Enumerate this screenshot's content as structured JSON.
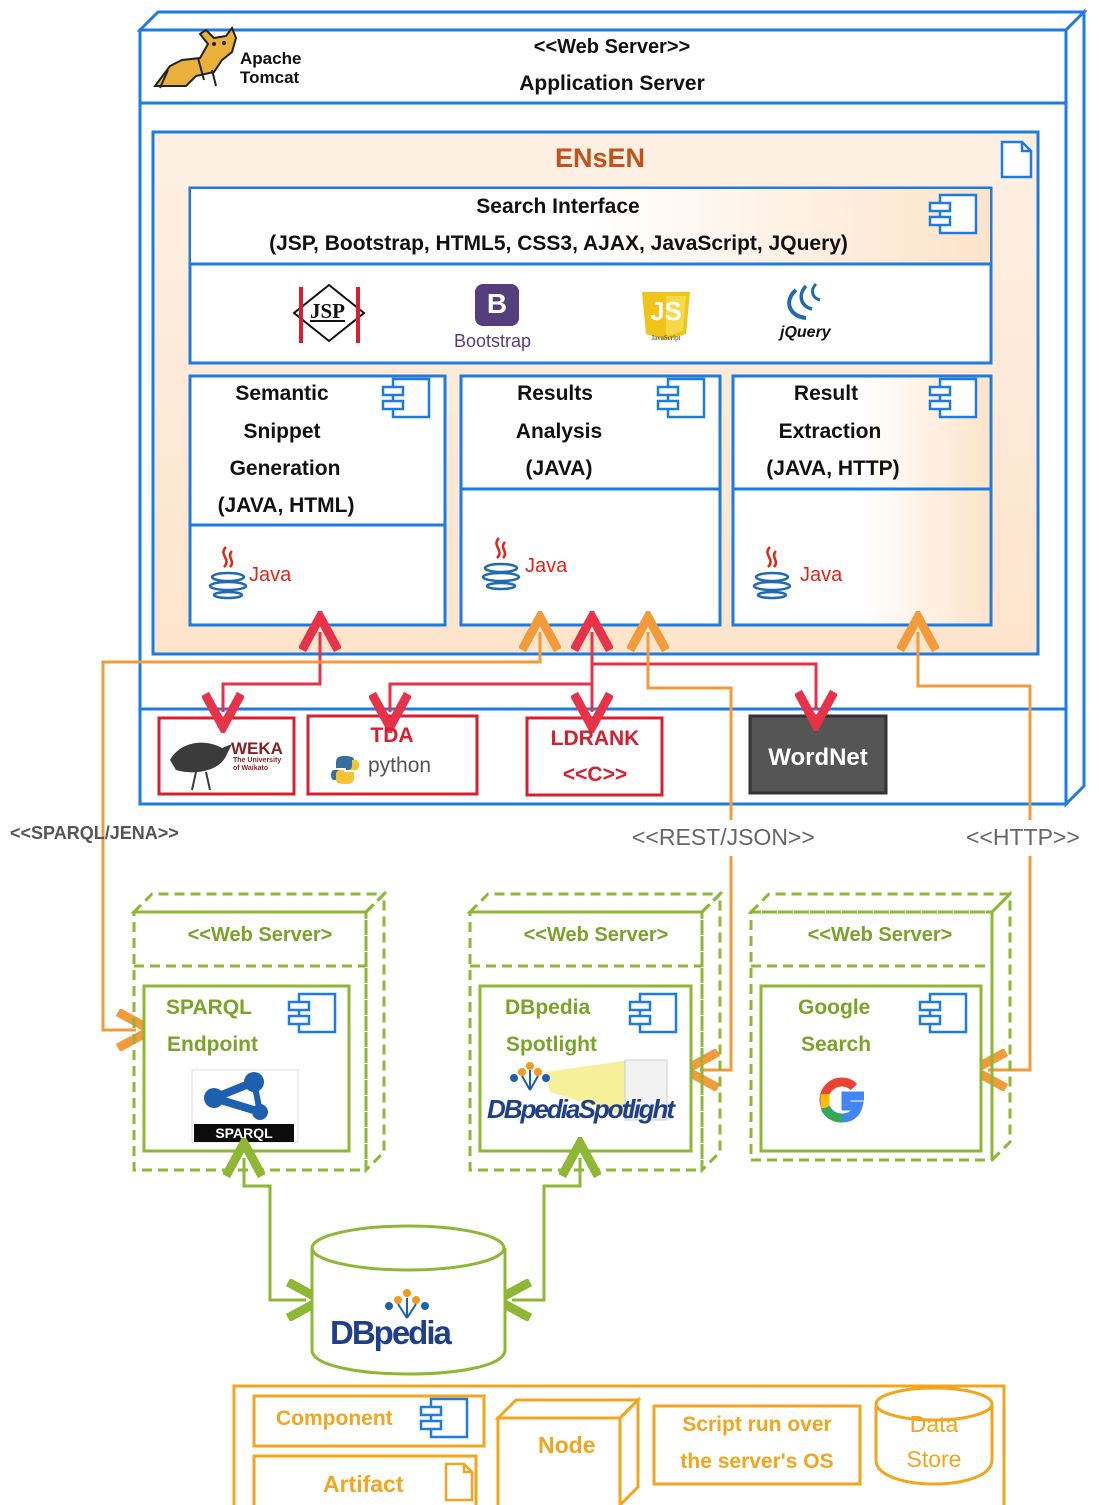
{
  "app_server": {
    "stereotype": "<<Web Server>>",
    "title": "Application Server",
    "logo_line1": "Apache",
    "logo_line2": "Tomcat"
  },
  "ensen": {
    "title": "ENsEN",
    "search_interface": {
      "title": "Search Interface",
      "tech": "(JSP, Bootstrap, HTML5, CSS3, AJAX, JavaScript, JQuery)",
      "logos": {
        "jsp": "JSP",
        "bootstrap_letter": "B",
        "bootstrap": "Bootstrap",
        "js": "JS",
        "js_caption": "JavaScript",
        "jquery": "jQuery"
      }
    },
    "components": [
      {
        "lines": [
          "Semantic",
          "Snippet",
          "Generation",
          "(JAVA, HTML)"
        ],
        "logo": "Java"
      },
      {
        "lines": [
          "Results",
          "Analysis",
          "(JAVA)"
        ],
        "logo": "Java"
      },
      {
        "lines": [
          "Result",
          "Extraction",
          "(JAVA, HTTP)"
        ],
        "logo": "Java"
      }
    ]
  },
  "scripts": {
    "weka": "WEKA",
    "weka_sub1": "The University",
    "weka_sub2": "of Waikato",
    "tda": "TDA",
    "python": "python",
    "ldrank": "LDRANK",
    "ldrank_lang": "<<C>>",
    "wordnet": "WordNet"
  },
  "protocols": {
    "sparql": "<<SPARQL/JENA>>",
    "rest": "<<REST/JSON>>",
    "http": "<<HTTP>>"
  },
  "nodes": [
    {
      "stereotype": "<<Web Server>",
      "lines": [
        "SPARQL",
        "Endpoint"
      ],
      "logo": "SPARQL"
    },
    {
      "stereotype": "<<Web Server>",
      "lines": [
        "DBpedia",
        "Spotlight"
      ],
      "logo": "DBpediaSpotlight"
    },
    {
      "stereotype": "<<Web Server>",
      "lines": [
        "Google",
        "Search"
      ],
      "logo": "G"
    }
  ],
  "datastore": {
    "logo": "DBpedia"
  },
  "legend": {
    "component": "Component",
    "artifact": "Artifact",
    "node": "Node",
    "script_line1": "Script run over",
    "script_line2": "the server's OS",
    "store_line1": "Data",
    "store_line2": "Store"
  },
  "colors": {
    "server_blue": "#1e7be0",
    "ensen_fill": "#fdebd8",
    "ensen_title": "#c2521a",
    "script_red": "#d61f2f",
    "arrow_red": "#e8324a",
    "arrow_orange": "#f39a3a",
    "node_green": "#8db734",
    "legend_gold": "#f2a51d"
  }
}
